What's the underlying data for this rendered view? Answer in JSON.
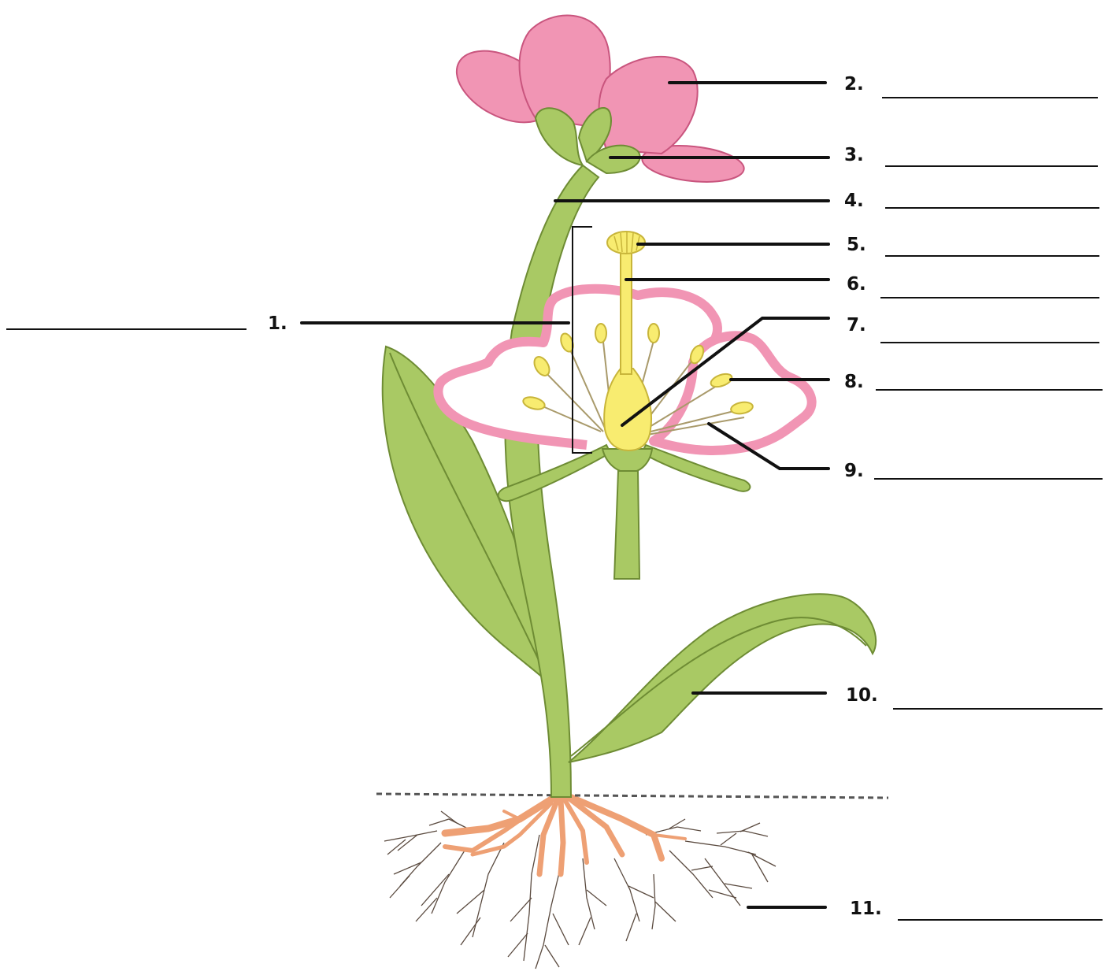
{
  "diagram": {
    "colors": {
      "petal": "#f195b4",
      "petal_outline": "#c9557e",
      "green": "#a9c964",
      "green_outline": "#6e8c34",
      "pistil": "#f8ec70",
      "pistil_outline": "#c8b53a",
      "root": "#eea074",
      "rootlet": "#5a4a3f"
    },
    "labels": [
      {
        "id": "1",
        "text": "1."
      },
      {
        "id": "2",
        "text": "2."
      },
      {
        "id": "3",
        "text": "3."
      },
      {
        "id": "4",
        "text": "4."
      },
      {
        "id": "5",
        "text": "5."
      },
      {
        "id": "6",
        "text": "6."
      },
      {
        "id": "7",
        "text": "7."
      },
      {
        "id": "8",
        "text": "8."
      },
      {
        "id": "9",
        "text": "9."
      },
      {
        "id": "10",
        "text": "10."
      },
      {
        "id": "11",
        "text": "11."
      }
    ]
  }
}
